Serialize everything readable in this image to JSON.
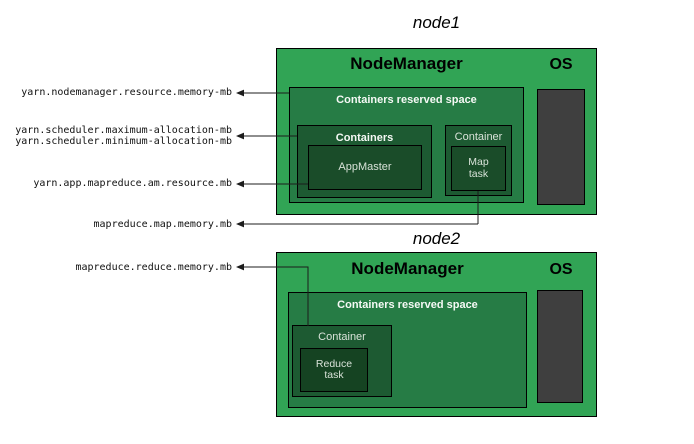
{
  "colors": {
    "canvas_bg": "#ffffff",
    "node_green": "#31a455",
    "reserved_green": "#267c45",
    "container_green": "#1d5a32",
    "task_green": "#1a4c29",
    "reduce_green": "#154322",
    "os_gray": "#3f3f3f",
    "line": "#1c1c1c",
    "label_text": "#111111"
  },
  "config_labels": [
    {
      "text": "yarn.nodemanager.resource.memory-mb"
    },
    {
      "text": "yarn.scheduler.maximum-allocation-mb"
    },
    {
      "text": "yarn.scheduler.minimum-allocation-mb"
    },
    {
      "text": "yarn.app.mapreduce.am.resource.mb"
    },
    {
      "text": "mapreduce.map.memory.mb"
    },
    {
      "text": "mapreduce.reduce.memory.mb"
    }
  ],
  "nodes": [
    {
      "title": "node1",
      "nodemanager_label": "NodeManager",
      "os_label": "OS",
      "reserved_label": "Containers reserved space",
      "groups": [
        {
          "label": "Containers",
          "task_lines": [
            "AppMaster"
          ]
        },
        {
          "label": "Container",
          "task_lines": [
            "Map",
            "task"
          ]
        }
      ]
    },
    {
      "title": "node2",
      "nodemanager_label": "NodeManager",
      "os_label": "OS",
      "reserved_label": "Containers reserved space",
      "groups": [
        {
          "label": "Container",
          "task_lines": [
            "Reduce",
            "task"
          ]
        }
      ]
    }
  ]
}
